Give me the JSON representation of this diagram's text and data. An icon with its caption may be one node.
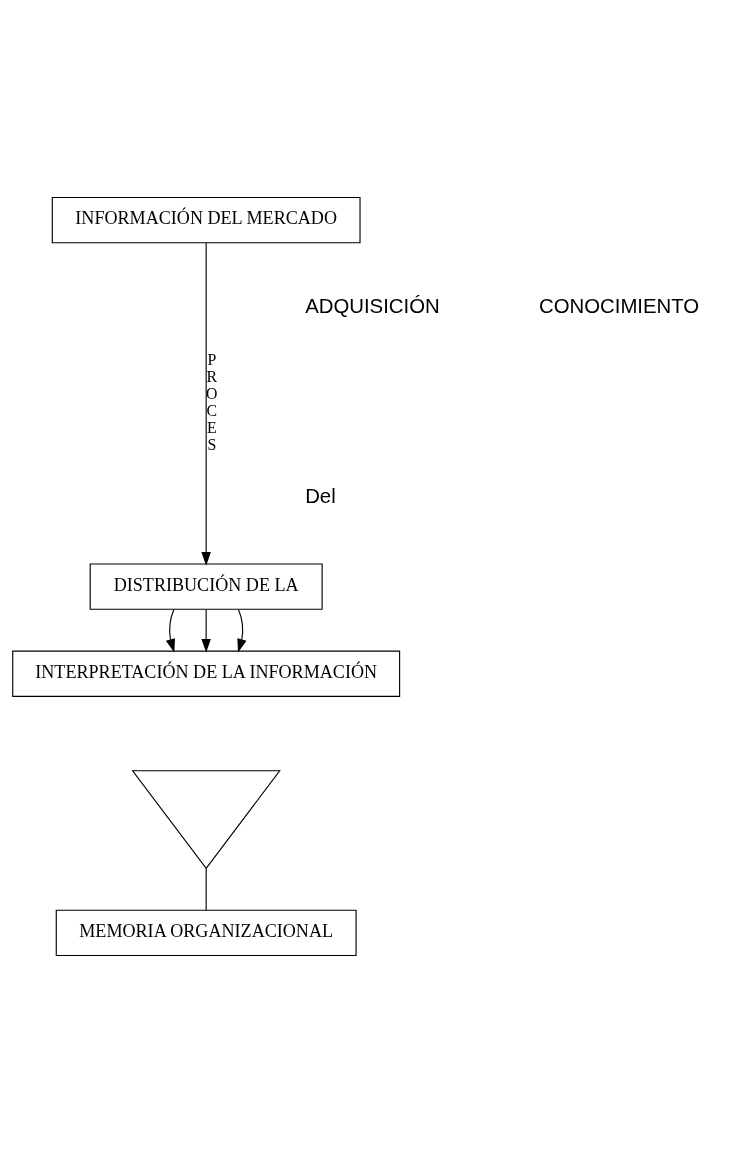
{
  "diagram": {
    "nodes": [
      {
        "text": [
          "INFORMACIÓN DEL MERCADO"
        ]
      },
      {
        "text": [
          "DISTRIBUCIÓN DE LA"
        ]
      },
      {
        "text": [
          "INTERPRETACIÓN DE LA INFORMACIÓN"
        ]
      },
      {
        "text": [],
        "shape": "triangle"
      },
      {
        "text": [
          "MEMORIA ORGANIZACIONAL"
        ]
      }
    ],
    "edges": [
      {
        "from": 0,
        "to": 1,
        "arrow": "to",
        "label": "PROCES"
      },
      {
        "from": 1,
        "to": 2,
        "arrow": "to"
      },
      {
        "from": 1,
        "to": 2,
        "arrow": "to"
      },
      {
        "from": 1,
        "to": 2,
        "arrow": "to"
      },
      {
        "from": 3,
        "to": 4,
        "arrow": "none"
      }
    ],
    "labels": [
      "ADQUISICIÓN",
      "CONOCIMIENTO",
      "Del"
    ]
  }
}
